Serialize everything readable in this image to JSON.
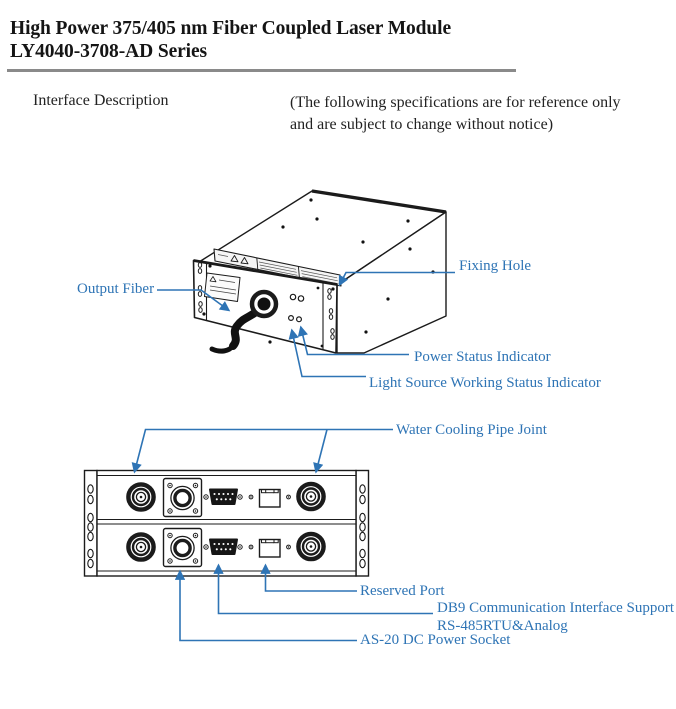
{
  "document": {
    "title_line1": "High Power 375/405 nm Fiber Coupled Laser Module",
    "title_line2": "LY4040-3708-AD Series",
    "section_heading": "Interface Description",
    "disclaimer_line1": "(The following specifications are for reference only",
    "disclaimer_line2": "and are subject to change without notice)"
  },
  "isometric_view": {
    "labels": {
      "output_fiber": "Output Fiber",
      "fixing_hole": "Fixing Hole",
      "power_status": "Power Status Indicator",
      "light_source": "Light Source Working Status Indicator"
    }
  },
  "rear_panel_view": {
    "labels": {
      "water_cooling": "Water Cooling Pipe Joint",
      "reserved_port": "Reserved Port",
      "db9_line1": "DB9 Communication Interface Support",
      "db9_line2": "RS-485RTU&Analog",
      "as20": "AS-20 DC Power Socket"
    }
  },
  "colors": {
    "callout_blue": "#2E74B5",
    "line_black": "#1B1B1B",
    "rule_gray": "#8A8A8A"
  }
}
